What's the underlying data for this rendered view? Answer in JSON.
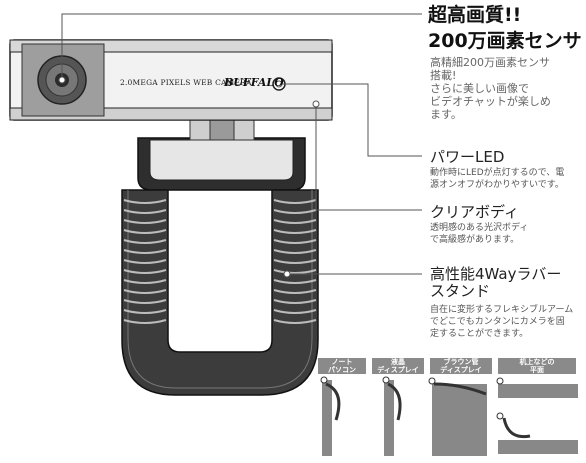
{
  "headline": {
    "line1": "超高画質!!",
    "line2": "200万画素センサ"
  },
  "sensor": {
    "desc": [
      "高精細200万画素センサ",
      "搭載!",
      "さらに美しい画像で",
      "ビデオチャットが楽しめ",
      "ます。"
    ]
  },
  "features": [
    {
      "title": "パワーLED",
      "desc": [
        "動作時にLEDが点灯するので、電",
        "源オンオフがわかりやすいです。"
      ]
    },
    {
      "title": "クリアボディ",
      "desc": [
        "透明感のある光沢ボディ",
        "で高級感があります。"
      ]
    },
    {
      "title": [
        "高性能4Wayラバー",
        "スタンド"
      ],
      "desc": [
        "自在に変形するフレキシブルアーム",
        "でどこでもカンタンにカメラを固",
        "定することができます。"
      ]
    }
  ],
  "camera": {
    "model_text": "2.0MEGA PIXELS WEB CAMERA",
    "brand": "BUFFALO"
  },
  "mount_modes": [
    {
      "label": [
        "ノート",
        "パソコン"
      ]
    },
    {
      "label": [
        "液晶",
        "ディスプレイ"
      ]
    },
    {
      "label": [
        "ブラウン管",
        "ディスプレイ"
      ]
    },
    {
      "label": [
        "机上などの",
        "平面"
      ]
    }
  ],
  "colors": {
    "body": "#3a3a3a",
    "stand": "#4a4a4a",
    "line": "#555555",
    "badge": "#8a8a8a"
  }
}
